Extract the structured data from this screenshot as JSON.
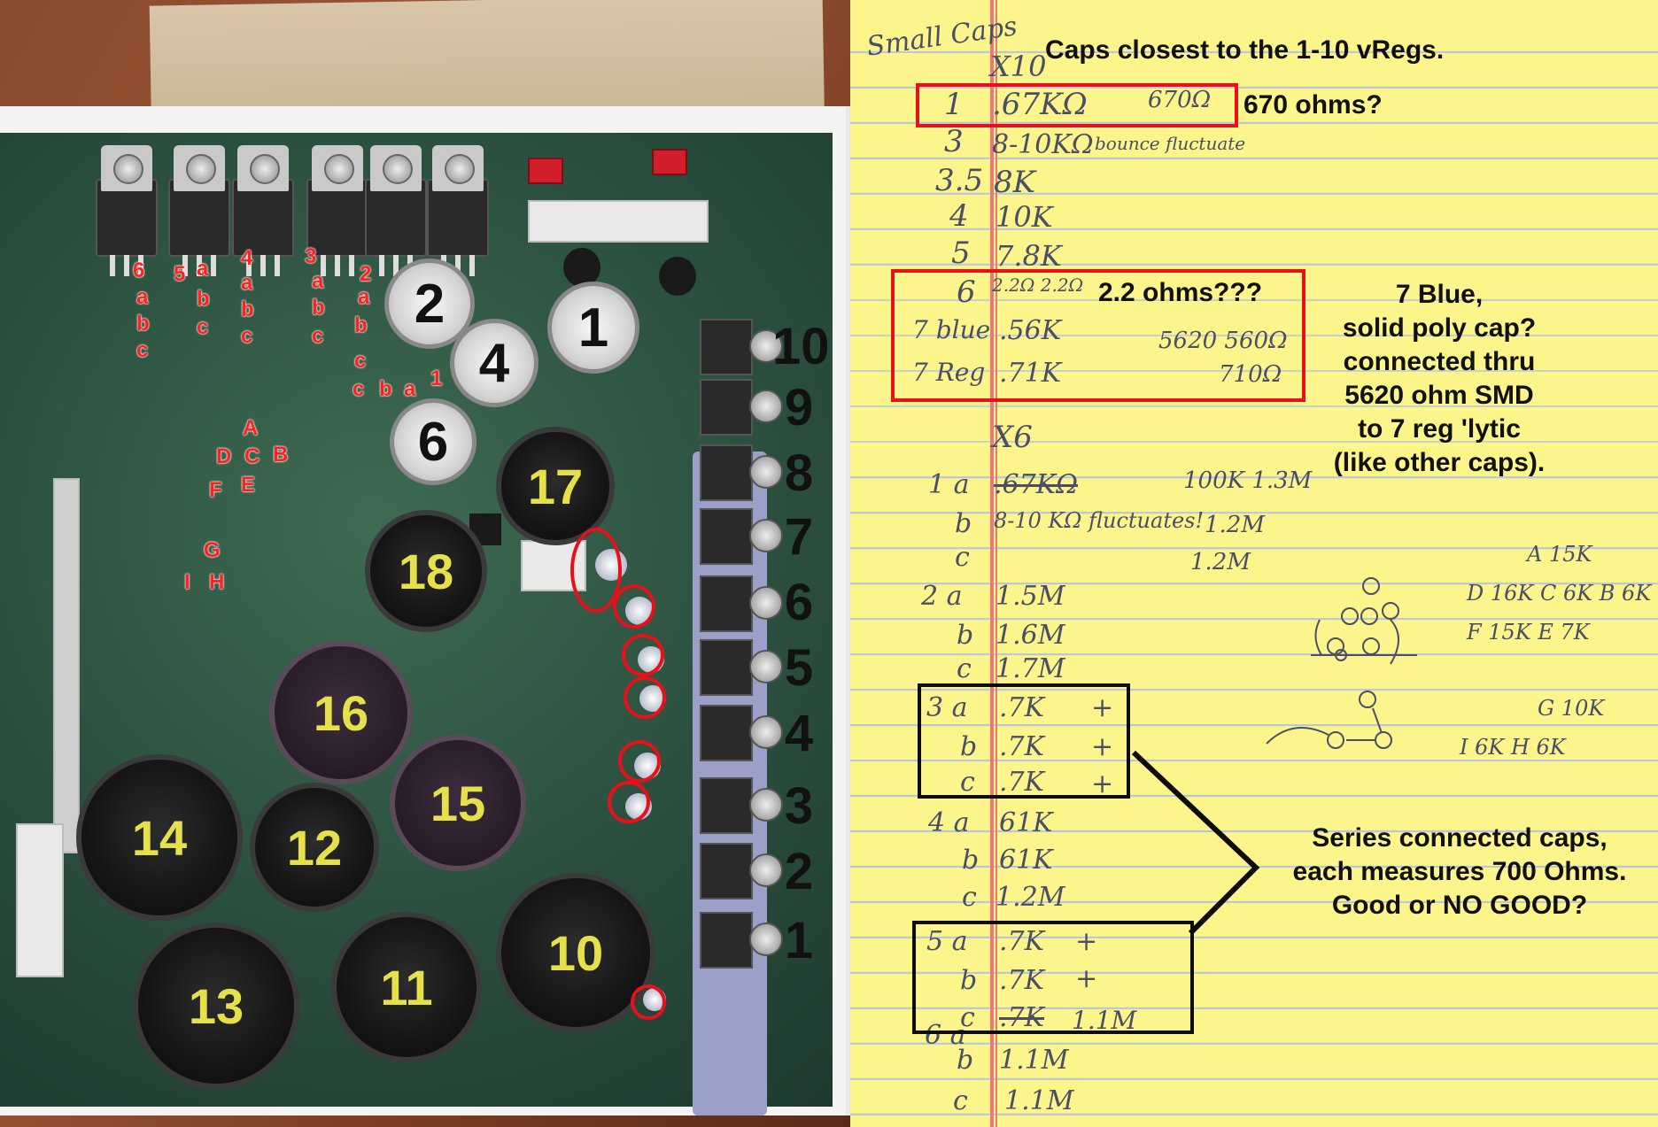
{
  "photo": {
    "regulator_labels": [
      "10",
      "9",
      "8",
      "7",
      "6",
      "5",
      "4",
      "3",
      "2",
      "1"
    ],
    "capacitors": [
      {
        "id": "1",
        "style": "silver"
      },
      {
        "id": "2",
        "style": "silver"
      },
      {
        "id": "4",
        "style": "silver"
      },
      {
        "id": "6",
        "style": "silver"
      },
      {
        "id": "17",
        "style": "black"
      },
      {
        "id": "18",
        "style": "black"
      },
      {
        "id": "16",
        "style": "purple"
      },
      {
        "id": "15",
        "style": "purple"
      },
      {
        "id": "14",
        "style": "black"
      },
      {
        "id": "12",
        "style": "black"
      },
      {
        "id": "13",
        "style": "black"
      },
      {
        "id": "11",
        "style": "black"
      },
      {
        "id": "10",
        "style": "black"
      }
    ],
    "small_cap_groups": [
      {
        "num": "6",
        "letters": [
          "a",
          "b",
          "c"
        ]
      },
      {
        "num": "5",
        "letters": [
          "a",
          "b",
          "c"
        ]
      },
      {
        "num": "4",
        "letters": [
          "a",
          "b",
          "c"
        ]
      },
      {
        "num": "3",
        "letters": [
          "a",
          "b",
          "c"
        ]
      },
      {
        "num": "2",
        "letters": [
          "a",
          "b",
          "c"
        ]
      },
      {
        "num": "1",
        "letters": [
          "c",
          "b",
          "a"
        ]
      }
    ],
    "cluster_labels": [
      "A",
      "D",
      "C",
      "B",
      "F",
      "E",
      "G",
      "I",
      "H"
    ],
    "colors": {
      "annotation_red": "#ff2020",
      "ring_red": "#e8101a",
      "cap_label_yellow": "#e6e04a"
    }
  },
  "notepad": {
    "header_hw": "Small Caps",
    "x10": "X10",
    "x6": "X6",
    "typed": {
      "title": "Caps closest to the 1-10 vRegs.",
      "q670": "670 ohms?",
      "q22": "2.2 ohms???",
      "blue_note": [
        "7 Blue,",
        "solid poly cap?",
        "connected thru",
        "5620 ohm SMD",
        "to 7 reg 'lytic",
        "(like other caps)."
      ],
      "series_note": [
        "Series connected caps,",
        "each measures 700 Ohms.",
        "Good or NO GOOD?"
      ]
    },
    "rows": [
      {
        "label": "1",
        "value": ".67KΩ",
        "extra": "670Ω"
      },
      {
        "label": "3",
        "value": "8-10KΩ",
        "extra": "bounce fluctuate"
      },
      {
        "label": "3.5",
        "value": "8K",
        "extra": ""
      },
      {
        "label": "4",
        "value": "10K",
        "extra": ""
      },
      {
        "label": "5",
        "value": "7.8K",
        "extra": ""
      },
      {
        "label": "6",
        "value": "2.2Ω 2.2Ω",
        "extra": ""
      },
      {
        "label": "7 blue",
        "value": ".56K",
        "extra": "5620   560Ω"
      },
      {
        "label": "7 Reg",
        "value": ".71K",
        "extra": "710Ω"
      }
    ],
    "rows6": [
      {
        "label": "1 a",
        "value": ".67KΩ",
        "extra": "100K 1.3M"
      },
      {
        "label": "b",
        "value": "8-10 KΩ fluctuates!",
        "extra": "1.2M"
      },
      {
        "label": "c",
        "value": "",
        "extra": "1.2M"
      },
      {
        "label": "2 a",
        "value": "1.5M",
        "extra": ""
      },
      {
        "label": "b",
        "value": "1.6M",
        "extra": ""
      },
      {
        "label": "c",
        "value": "1.7M",
        "extra": ""
      },
      {
        "label": "3 a",
        "value": ".7K",
        "extra": "+"
      },
      {
        "label": "b",
        "value": ".7K",
        "extra": "+"
      },
      {
        "label": "c",
        "value": ".7K",
        "extra": "+"
      },
      {
        "label": "4 a",
        "value": "61K",
        "extra": ""
      },
      {
        "label": "b",
        "value": "61K",
        "extra": ""
      },
      {
        "label": "c",
        "value": "1.2M",
        "extra": ""
      },
      {
        "label": "5 a",
        "value": ".7K",
        "extra": "+"
      },
      {
        "label": "b",
        "value": ".7K",
        "extra": "+"
      },
      {
        "label": "c",
        "value": ".7K",
        "extra": "1.1M"
      },
      {
        "label": "6 a",
        "value": "",
        "extra": ""
      },
      {
        "label": "b",
        "value": "1.1M",
        "extra": ""
      },
      {
        "label": "c",
        "value": "1.1M",
        "extra": ""
      }
    ],
    "sketch_notes": [
      "A 15K",
      "D 16K C 6K B 6K",
      "F 15K E 7K",
      "G 10K",
      "I 6K H 6K"
    ]
  }
}
